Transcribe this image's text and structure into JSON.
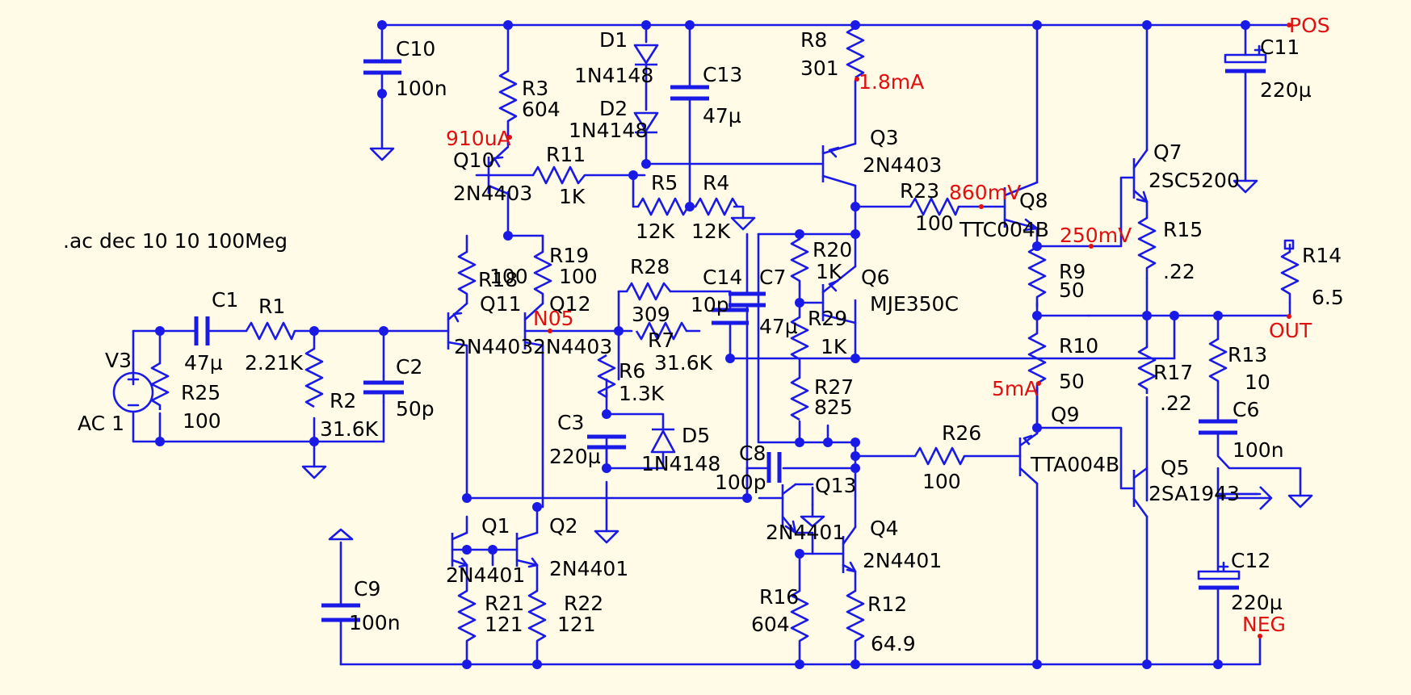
{
  "directive": ".ac dec 10 10 100Meg",
  "source": {
    "ref": "V3",
    "value": "AC 1"
  },
  "colors": {
    "wire": "#1a1ae6",
    "background": "#fffbe6",
    "net_label": "#e01010",
    "text": "#000000"
  },
  "nets": {
    "pos": "POS",
    "neg": "NEG",
    "out": "OUT",
    "n05": "N05"
  },
  "probes": {
    "r8": "1.8mA",
    "r3": "910uA",
    "r23": "860mV",
    "r9": "250mV",
    "r10": "5mA"
  },
  "resistors": {
    "R1": {
      "ref": "R1",
      "value": "2.21K"
    },
    "R2": {
      "ref": "R2",
      "value": "31.6K"
    },
    "R3": {
      "ref": "R3",
      "value": "604"
    },
    "R4": {
      "ref": "R4",
      "value": "12K"
    },
    "R5": {
      "ref": "R5",
      "value": "12K"
    },
    "R6": {
      "ref": "R6",
      "value": "1.3K"
    },
    "R7": {
      "ref": "R7",
      "value": "31.6K"
    },
    "R8": {
      "ref": "R8",
      "value": "301"
    },
    "R9": {
      "ref": "R9",
      "value": "50"
    },
    "R10": {
      "ref": "R10",
      "value": "50"
    },
    "R11": {
      "ref": "R11",
      "value": "1K"
    },
    "R12": {
      "ref": "R12",
      "value": "64.9"
    },
    "R13": {
      "ref": "R13",
      "value": "10"
    },
    "R14": {
      "ref": "R14",
      "value": "6.5"
    },
    "R15": {
      "ref": "R15",
      "value": ".22"
    },
    "R16": {
      "ref": "R16",
      "value": "604"
    },
    "R17": {
      "ref": "R17",
      "value": ".22"
    },
    "R18": {
      "ref": "R18",
      "value": "100"
    },
    "R19": {
      "ref": "R19",
      "value": "100"
    },
    "R20": {
      "ref": "R20",
      "value": "1K"
    },
    "R21": {
      "ref": "R21",
      "value": "121"
    },
    "R22": {
      "ref": "R22",
      "value": "121"
    },
    "R23": {
      "ref": "R23",
      "value": "100"
    },
    "R25": {
      "ref": "R25",
      "value": "100"
    },
    "R26": {
      "ref": "R26",
      "value": "100"
    },
    "R27": {
      "ref": "R27",
      "value": "825"
    },
    "R28": {
      "ref": "R28",
      "value": "309"
    },
    "R29": {
      "ref": "R29",
      "value": "1K"
    }
  },
  "capacitors": {
    "C1": {
      "ref": "C1",
      "value": "47µ"
    },
    "C2": {
      "ref": "C2",
      "value": "50p"
    },
    "C3": {
      "ref": "C3",
      "value": "220µ"
    },
    "C6": {
      "ref": "C6",
      "value": "100n"
    },
    "C7": {
      "ref": "C7",
      "value": "47µ"
    },
    "C8": {
      "ref": "C8",
      "value": "100p"
    },
    "C9": {
      "ref": "C9",
      "value": "100n"
    },
    "C10": {
      "ref": "C10",
      "value": "100n"
    },
    "C11": {
      "ref": "C11",
      "value": "220µ"
    },
    "C12": {
      "ref": "C12",
      "value": "220µ"
    },
    "C13": {
      "ref": "C13",
      "value": "47µ"
    },
    "C14": {
      "ref": "C14",
      "value": "10p"
    }
  },
  "diodes": {
    "D1": {
      "ref": "D1",
      "value": "1N4148"
    },
    "D2": {
      "ref": "D2",
      "value": "1N4148"
    },
    "D5": {
      "ref": "D5",
      "value": "1N4148"
    }
  },
  "transistors": {
    "Q1": {
      "ref": "Q1",
      "value": "2N4401"
    },
    "Q2": {
      "ref": "Q2",
      "value": "2N4401"
    },
    "Q3": {
      "ref": "Q3",
      "value": "2N4403"
    },
    "Q4": {
      "ref": "Q4",
      "value": "2N4401"
    },
    "Q5": {
      "ref": "Q5",
      "value": "2SA1943"
    },
    "Q6": {
      "ref": "Q6",
      "value": "MJE350C"
    },
    "Q7": {
      "ref": "Q7",
      "value": "2SC5200"
    },
    "Q8": {
      "ref": "Q8",
      "value": "TTC004B"
    },
    "Q9": {
      "ref": "Q9",
      "value": "TTA004B"
    },
    "Q10": {
      "ref": "Q10",
      "value": "2N4403"
    },
    "Q11": {
      "ref": "Q11",
      "value": "2N4403"
    },
    "Q12": {
      "ref": "Q12",
      "value": "2N4403"
    },
    "Q13": {
      "ref": "Q13",
      "value": "2N4401"
    }
  }
}
